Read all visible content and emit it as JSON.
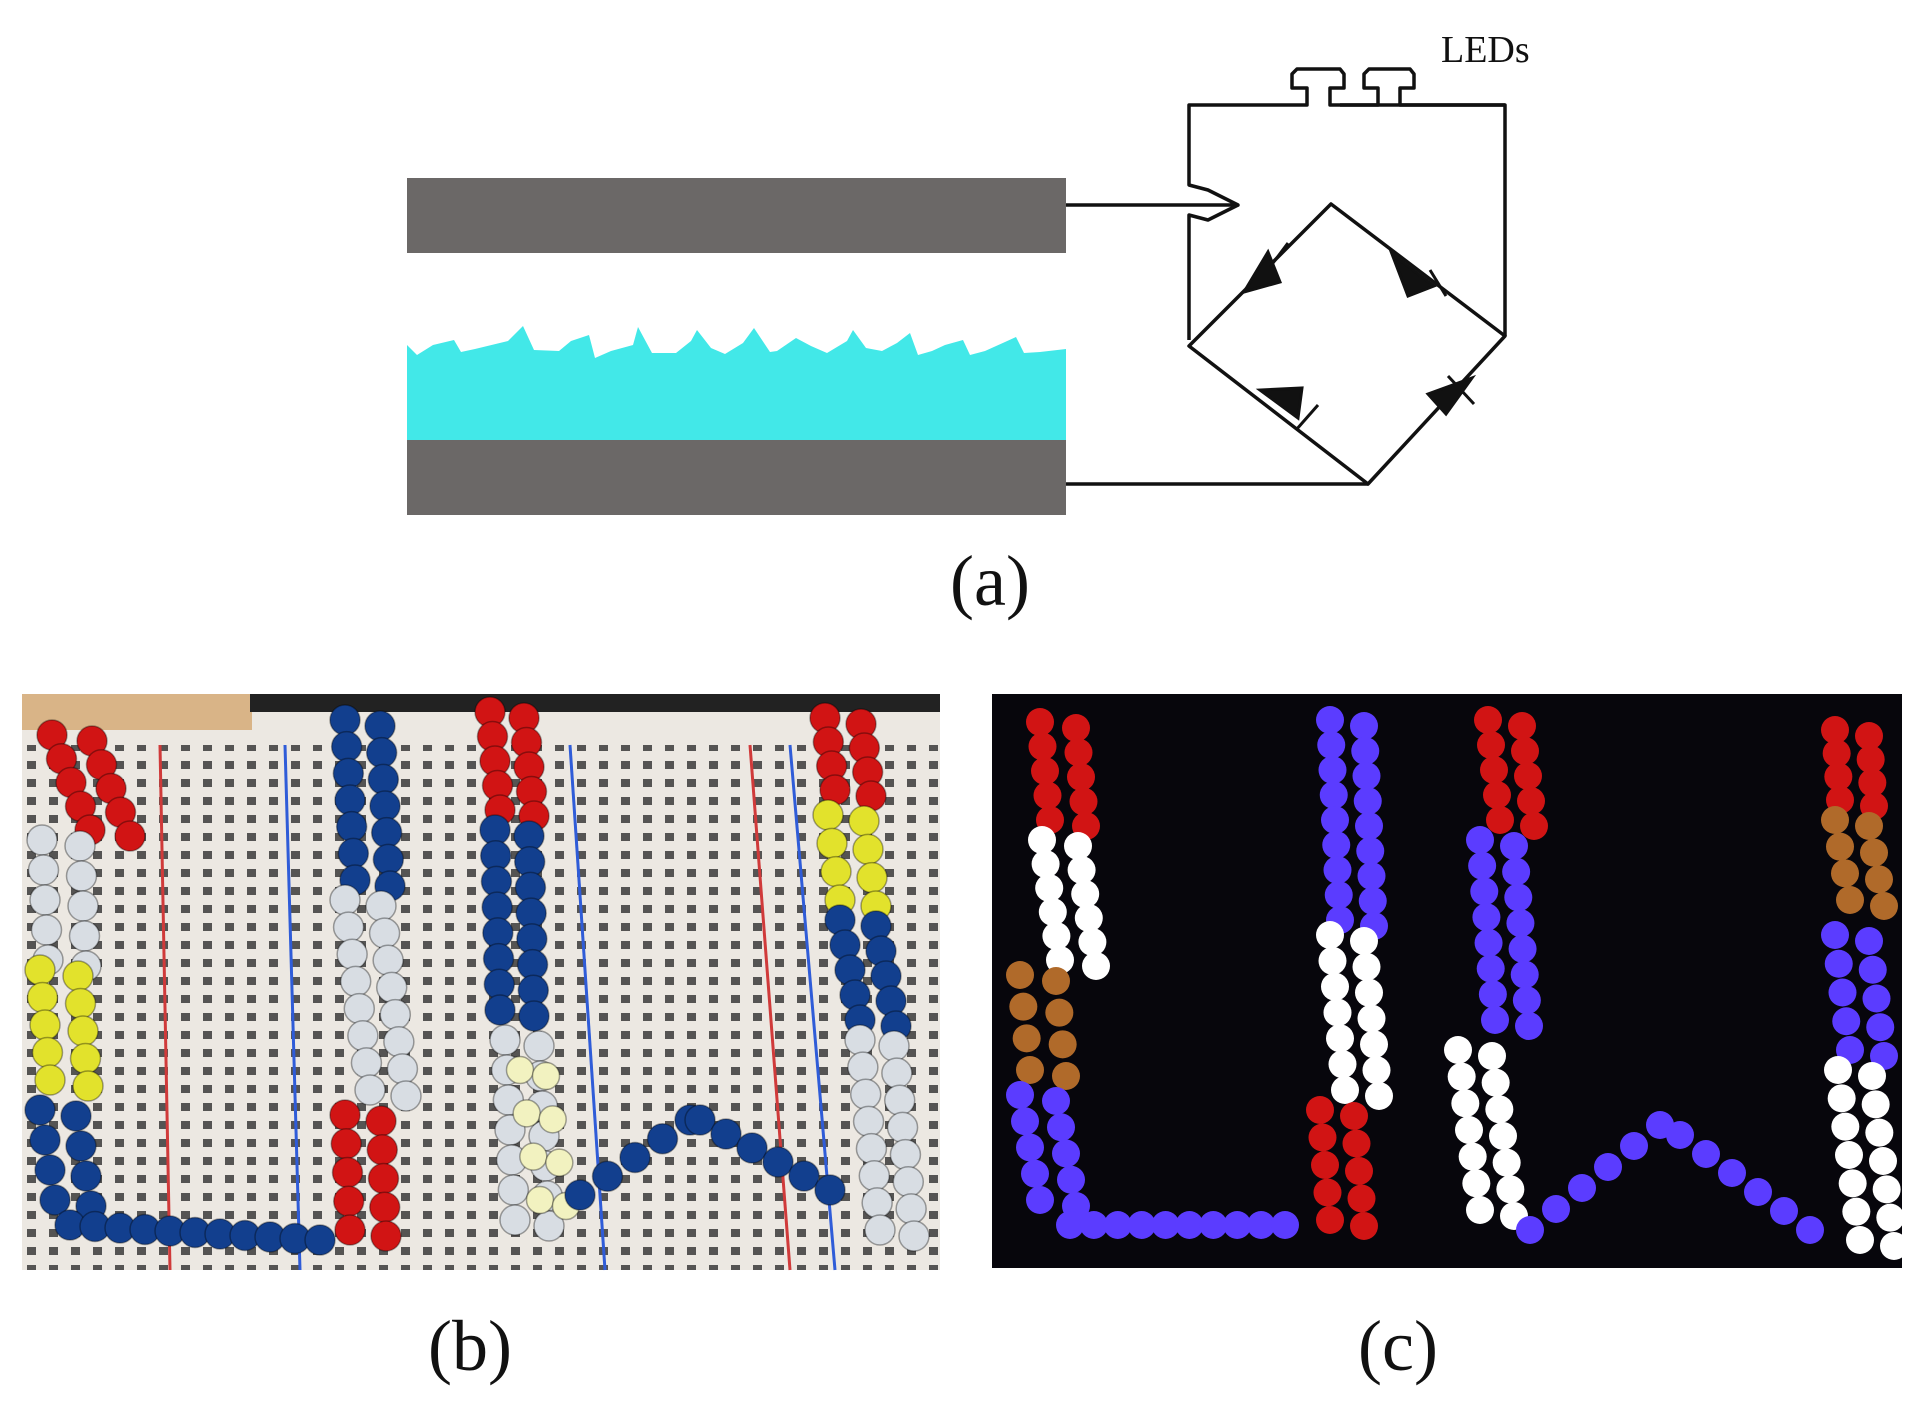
{
  "figure": {
    "panel_a": {
      "caption": "(a)",
      "label": "LEDs"
    },
    "panel_b": {
      "caption": "(b)"
    },
    "panel_c": {
      "caption": "(c)"
    }
  },
  "colors": {
    "electrode": "#6b6867",
    "dielectric": "#42e8e8",
    "wire": "#111111",
    "breadboard": "#ece8e2",
    "dark_background": "#07060c",
    "led_red": "#d11414",
    "led_blue": "#123f8e",
    "led_yellow": "#e2e22c",
    "led_clear": "#d8dde3",
    "led_violet": "#5b3cff",
    "led_white": "#ffffff",
    "led_orange": "#b06a2a"
  }
}
